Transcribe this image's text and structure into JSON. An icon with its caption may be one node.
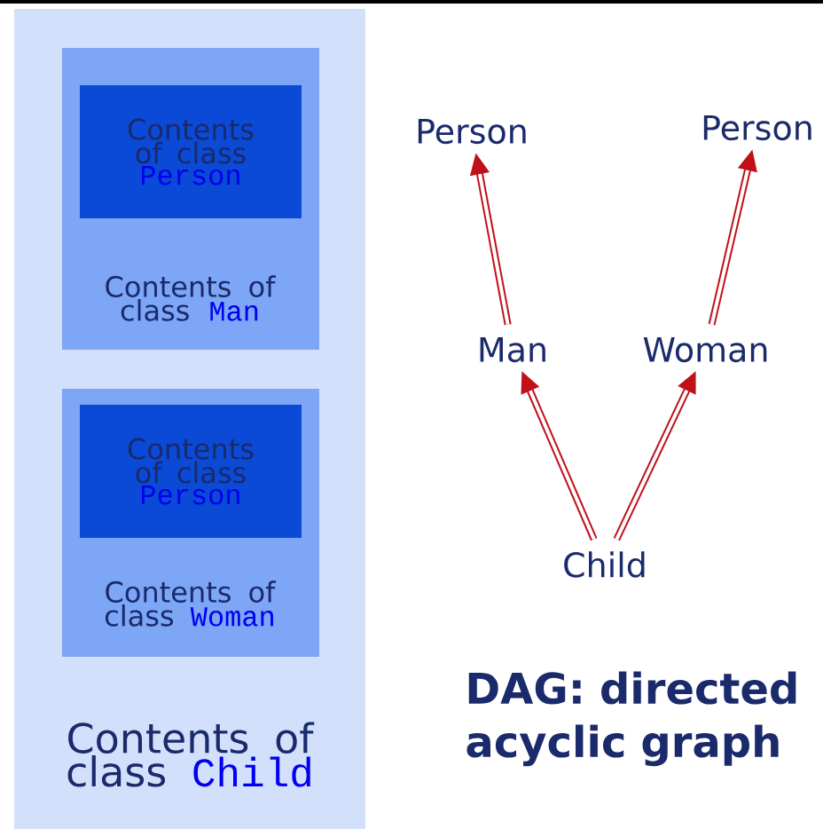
{
  "diagram": {
    "nodes": [
      {
        "text": [
          "Contents of class",
          "Child"
        ]
      },
      {
        "text": [
          "Contents of class",
          "Man"
        ],
        "in": 0
      },
      {
        "text": [
          "Contents of class",
          "Person"
        ],
        "in": 1
      },
      {
        "text": [
          "Contents of class",
          "Woman"
        ],
        "in": 0
      },
      {
        "text": [
          "Contents of class",
          "Person"
        ],
        "in": 3
      },
      {
        "text": [
          "Person"
        ]
      },
      {
        "text": [
          "Person"
        ]
      },
      {
        "text": [
          "Man"
        ]
      },
      {
        "text": [
          "Woman"
        ]
      },
      {
        "text": [
          "Child"
        ]
      }
    ],
    "edges": [
      {
        "from": 7,
        "to": 5,
        "arrow": "to"
      },
      {
        "from": 8,
        "to": 6,
        "arrow": "to"
      },
      {
        "from": 9,
        "to": 7,
        "arrow": "to"
      },
      {
        "from": 9,
        "to": 8,
        "arrow": "to"
      }
    ],
    "labels": [
      "DAG: directed acyclic graph"
    ]
  }
}
